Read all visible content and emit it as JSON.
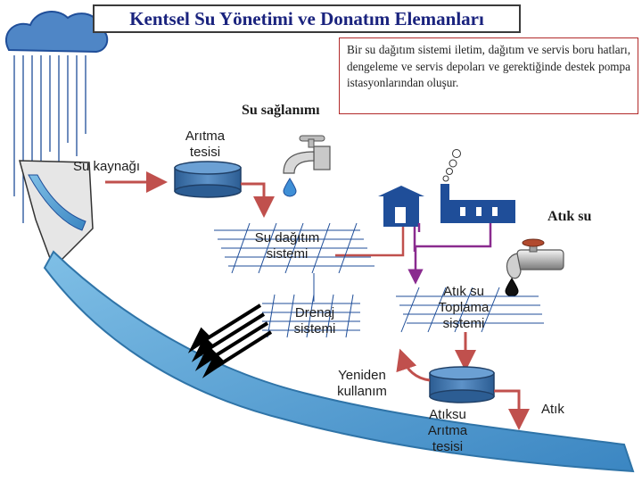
{
  "title": "Kentsel Su Yönetimi ve Donatım Elemanları",
  "description": "Bir su dağıtım sistemi iletim, dağıtım ve servis boru hatları, dengeleme ve servis depoları ve gerektiğinde destek pompa istasyonlarından oluşur.",
  "labels": {
    "su_kaynagi": "Su kaynağı",
    "aritma_tesisi_1": "Arıtma",
    "aritma_tesisi_2": "tesisi",
    "su_saglanimi": "Su sağlanımı",
    "atik_su": "Atık su",
    "su_dagitim_1": "Su dağıtım",
    "su_dagitim_2": "sistemi",
    "drenaj_1": "Drenaj",
    "drenaj_2": "sistemi",
    "atik_toplama_1": "Atık su",
    "atik_toplama_2": "Toplama",
    "atik_toplama_3": "sistemi",
    "yeniden_1": "Yeniden",
    "yeniden_2": "kullanım",
    "atiksu_aritma_1": "Atıksu",
    "atiksu_aritma_2": "Arıtma",
    "atiksu_aritma_3": "tesisi",
    "atik": "Atık"
  },
  "colors": {
    "title_text": "#1a237e",
    "water": "#6aaed6",
    "water_dark": "#2f74a8",
    "flow_arrow": "#c0504d",
    "network_line": "#1f4e99",
    "waste_line": "#8a2b8f",
    "tank": "#3b6fa6",
    "rain": "#1f4e99"
  },
  "icons": [
    "cloud-icon",
    "rain-icon",
    "reservoir-icon",
    "tank-icon",
    "faucet-icon",
    "water-drop-icon",
    "house-icon",
    "factory-icon",
    "smoke-icon",
    "pipe-icon",
    "oil-drop-icon"
  ]
}
